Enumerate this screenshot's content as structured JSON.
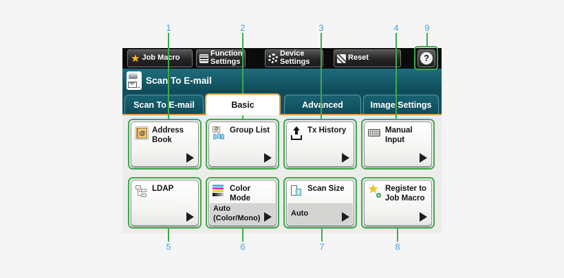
{
  "toolbar": {
    "job_macro_label": "Job Macro",
    "function_settings_label": "Function Settings",
    "device_settings_label": "Device Settings",
    "reset_label": "Reset",
    "help_label": "?"
  },
  "title_bar": {
    "title": "Scan To E-mail"
  },
  "tabs": [
    {
      "label": "Scan To E-mail",
      "selected": false
    },
    {
      "label": "Basic",
      "selected": true
    },
    {
      "label": "Advanced",
      "selected": false
    },
    {
      "label": "Image Settings",
      "selected": false
    }
  ],
  "grid": {
    "row1": [
      {
        "label": "Address Book",
        "icon": "address-book-icon"
      },
      {
        "label": "Group List",
        "icon": "group-list-icon"
      },
      {
        "label": "Tx History",
        "icon": "tx-history-icon"
      },
      {
        "label": "Manual Input",
        "icon": "keyboard-icon"
      }
    ],
    "row2": [
      {
        "label": "LDAP",
        "icon": "ldap-tree-icon"
      },
      {
        "label": "Color Mode",
        "icon": "color-mode-icon",
        "value": "Auto (Color/Mono)"
      },
      {
        "label": "Scan Size",
        "icon": "scan-size-icon",
        "value": "Auto"
      },
      {
        "label": "Register to Job Macro",
        "icon": "register-job-macro-icon"
      }
    ]
  },
  "callouts": {
    "numbers_top": [
      "1",
      "2",
      "3",
      "4"
    ],
    "help_number": "9",
    "numbers_bottom": [
      "5",
      "6",
      "7",
      "8"
    ]
  },
  "icons": {
    "at": "@",
    "star": "★",
    "plus": "+",
    "arrow_right": "→",
    "question": "?"
  },
  "colors": {
    "callout_line": "#3fa94d",
    "callout_number": "#4da0dd",
    "selected_tab_border": "#e8a23b",
    "header_teal": "#114e5c"
  }
}
